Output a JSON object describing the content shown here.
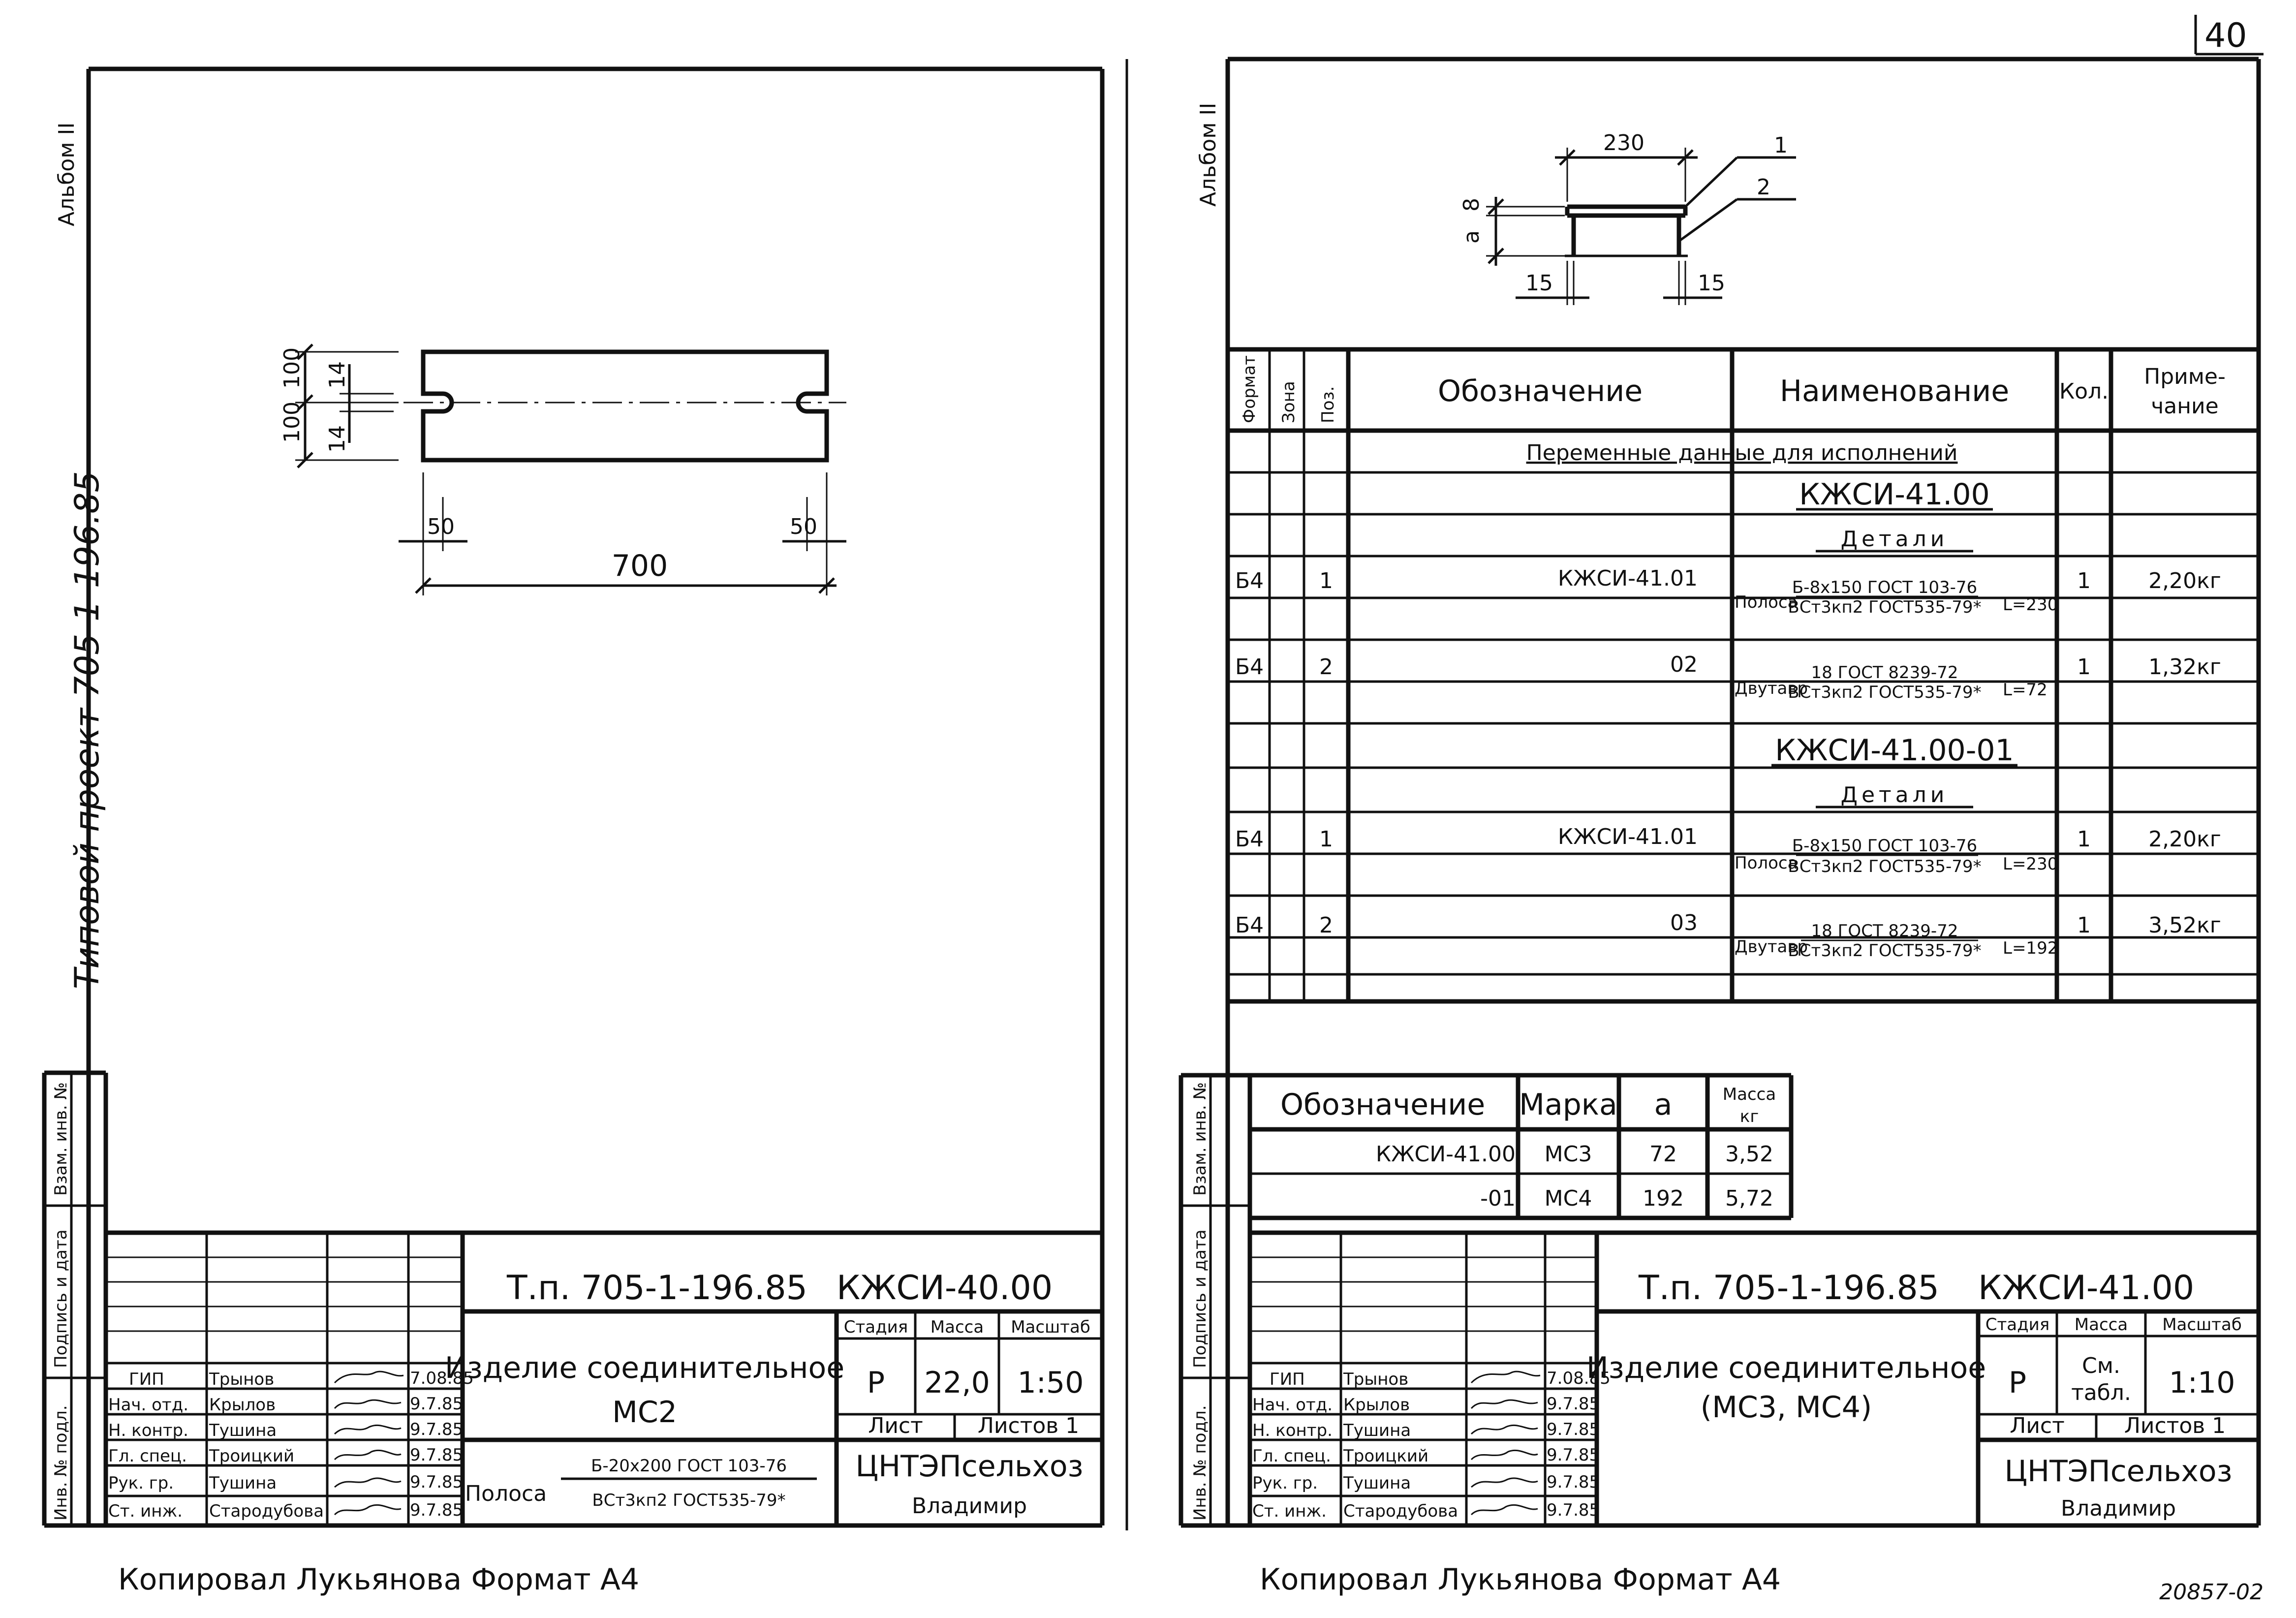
{
  "page_number": "40",
  "footer_stamp": "20857-02",
  "left": {
    "album": "Альбом II",
    "side_title": "Типовой проект 705-1-196.85",
    "side_boxes": [
      "Инв. № подл.",
      "Подпись и дата",
      "Взам. инв. №"
    ],
    "dims": {
      "d100_top": "100",
      "d100_bot": "100",
      "d14_top": "14",
      "d14_bot": "14",
      "d50_left": "50",
      "d50_right": "50",
      "d700": "700"
    },
    "title_block": {
      "code": "Т.п. 705-1-196.85",
      "mark": "КЖСИ-40.00",
      "name_line1": "Изделие соединительное",
      "name_line2": "МС2",
      "hdr_stage": "Стадия",
      "hdr_mass": "Масса",
      "hdr_scale": "Масштаб",
      "stage": "Р",
      "mass": "22,0",
      "scale": "1:50",
      "sheet": "Лист",
      "sheets": "Листов 1",
      "material_prefix": "Полоса",
      "material_top": "Б-20х200 ГОСТ 103-76",
      "material_bot": "ВСт3кп2 ГОСТ535-79*",
      "org_line1": "ЦНТЭПсельхоз",
      "org_line2": "Владимир",
      "staff": [
        {
          "role": "ГИП",
          "name": "Трынов",
          "date": "7.08.85"
        },
        {
          "role": "Нач. отд.",
          "name": "Крылов",
          "date": "9.7.85"
        },
        {
          "role": "Н. контр.",
          "name": "Тушина",
          "date": "9.7.85"
        },
        {
          "role": "Гл. спец.",
          "name": "Троицкий",
          "date": "9.7.85"
        },
        {
          "role": "Рук. гр.",
          "name": "Тушина",
          "date": "9.7.85"
        },
        {
          "role": "Ст. инж.",
          "name": "Стародубова",
          "date": "9.7.85"
        }
      ]
    },
    "copied": "Копировал  Лукьянова  Формат А4"
  },
  "right": {
    "album": "Альбом II",
    "side_boxes": [
      "Инв. № подл.",
      "Подпись и дата",
      "Взам. инв. №"
    ],
    "dims": {
      "d230": "230",
      "d8": "8",
      "da": "a",
      "d15_left": "15",
      "d15_right": "15",
      "call1": "1",
      "call2": "2"
    },
    "spec": {
      "headers": {
        "format": "Формат",
        "zone": "Зона",
        "pos": "Поз.",
        "designation": "Обозначение",
        "name": "Наименование",
        "qty": "Кол.",
        "note_line1": "Приме-",
        "note_line2": "чание"
      },
      "section": "Переменные данные для исполнений",
      "group1": "КЖСИ-41.00",
      "details1": "Детали",
      "group2": "КЖСИ-41.00-01",
      "details2": "Детали",
      "rows": [
        {
          "fmt": "Б4",
          "pos": "1",
          "des": "КЖСИ-41.01",
          "prefix": "Полоса",
          "top": "Б-8х150 ГОСТ 103-76",
          "bot": "ВСт3кп2 ГОСТ535-79*",
          "len": "L=230",
          "qty": "1",
          "note": "2,20кг"
        },
        {
          "fmt": "Б4",
          "pos": "2",
          "des": "02",
          "prefix": "Двутавр",
          "top": "18 ГОСТ 8239-72",
          "bot": "ВСт3кп2 ГОСТ535-79*",
          "len": "L=72",
          "qty": "1",
          "note": "1,32кг"
        },
        {
          "fmt": "Б4",
          "pos": "1",
          "des": "КЖСИ-41.01",
          "prefix": "Полоса",
          "top": "Б-8х150 ГОСТ 103-76",
          "bot": "ВСт3кп2 ГОСТ535-79*",
          "len": "L=230",
          "qty": "1",
          "note": "2,20кг"
        },
        {
          "fmt": "Б4",
          "pos": "2",
          "des": "03",
          "prefix": "Двутавр",
          "top": "18 ГОСТ 8239-72",
          "bot": "ВСт3кп2 ГОСТ535-79*",
          "len": "L=192",
          "qty": "1",
          "note": "3,52кг"
        }
      ]
    },
    "variants": {
      "headers": {
        "designation": "Обозначение",
        "mark": "Марка",
        "a": "a",
        "mass_line1": "Масса",
        "mass_line2": "кг"
      },
      "rows": [
        {
          "des": "КЖСИ-41.00",
          "mark": "МС3",
          "a": "72",
          "mass": "3,52"
        },
        {
          "des": "-01",
          "mark": "МС4",
          "a": "192",
          "mass": "5,72"
        }
      ]
    },
    "title_block": {
      "code": "Т.п. 705-1-196.85",
      "mark": "КЖСИ-41.00",
      "name_line1": "Изделие соединительное",
      "name_line2": "(МС3, МС4)",
      "hdr_stage": "Стадия",
      "hdr_mass": "Масса",
      "hdr_scale": "Масштаб",
      "stage": "Р",
      "mass_line1": "См.",
      "mass_line2": "табл.",
      "scale": "1:10",
      "sheet": "Лист",
      "sheets": "Листов 1",
      "org_line1": "ЦНТЭПсельхоз",
      "org_line2": "Владимир",
      "staff": [
        {
          "role": "ГИП",
          "name": "Трынов",
          "date": "7.08.85"
        },
        {
          "role": "Нач. отд.",
          "name": "Крылов",
          "date": "9.7.85"
        },
        {
          "role": "Н. контр.",
          "name": "Тушина",
          "date": "9.7.85"
        },
        {
          "role": "Гл. спец.",
          "name": "Троицкий",
          "date": "9.7.85"
        },
        {
          "role": "Рук. гр.",
          "name": "Тушина",
          "date": "9.7.85"
        },
        {
          "role": "Ст. инж.",
          "name": "Стародубова",
          "date": "9.7.85"
        }
      ]
    },
    "copied": "Копировал  Лукьянова  Формат А4"
  }
}
